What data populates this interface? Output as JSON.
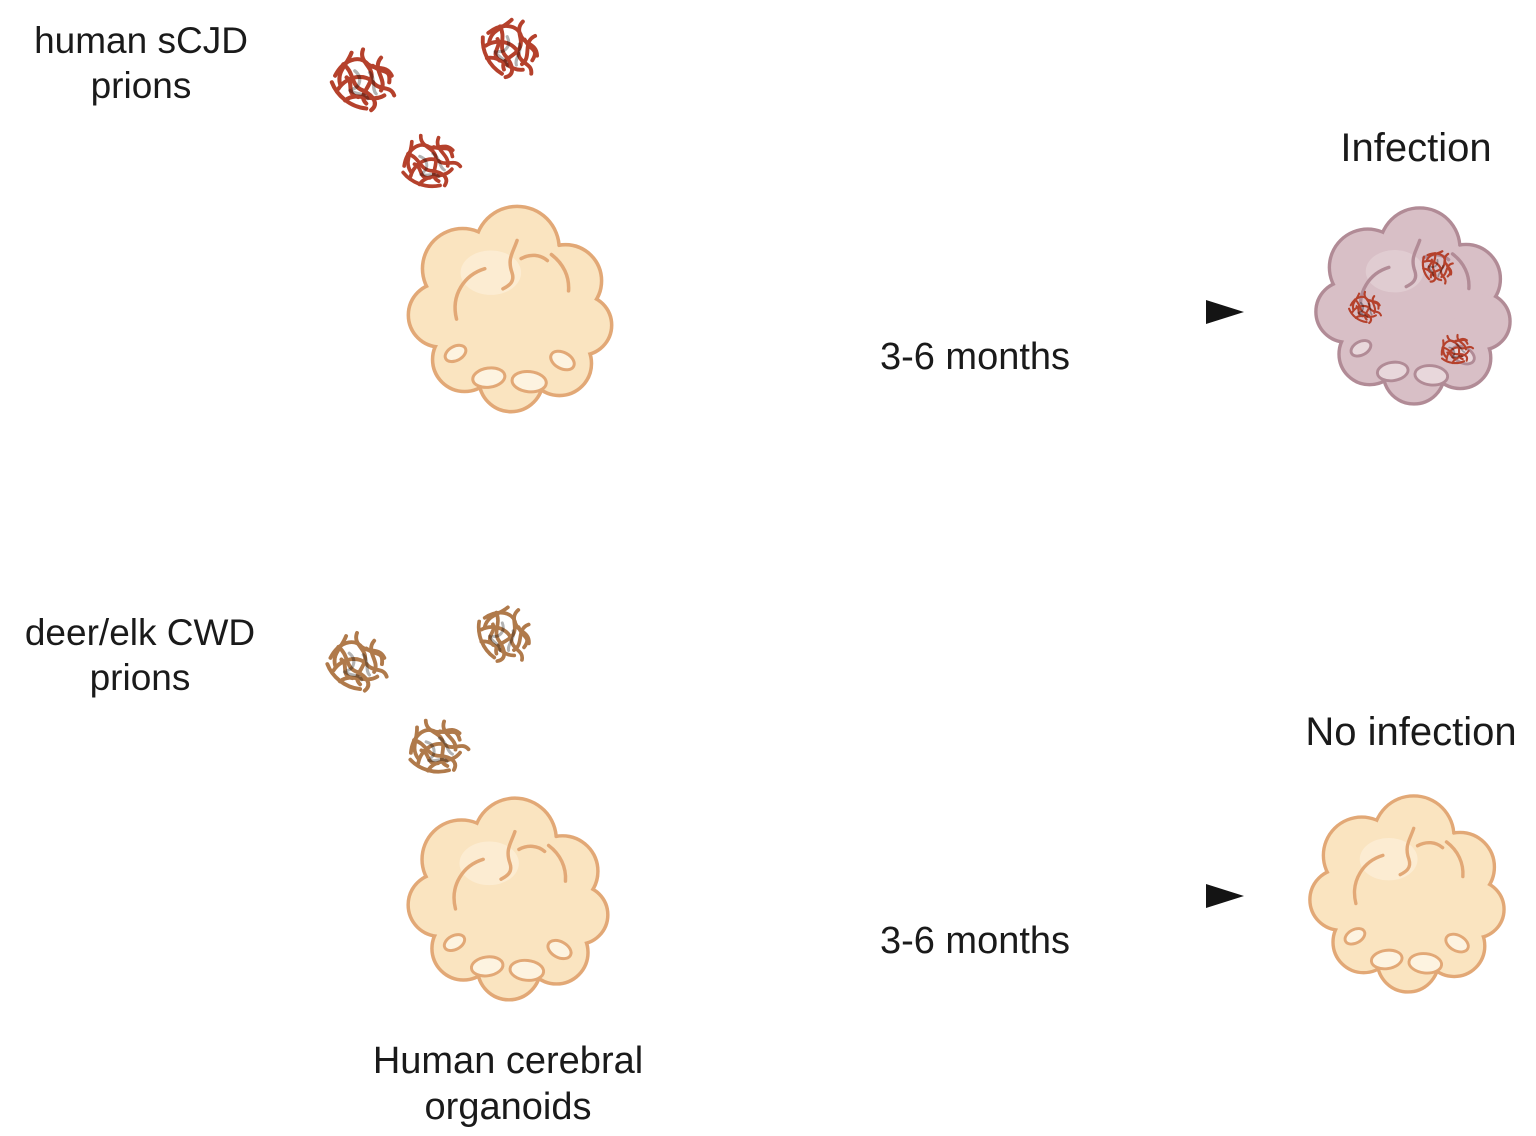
{
  "rows": [
    {
      "prion_label_line1": "human sCJD",
      "prion_label_line2": "prions",
      "duration": "3-6 months",
      "result": "Infection"
    },
    {
      "prion_label_line1": "deer/elk CWD",
      "prion_label_line2": "prions",
      "duration": "3-6 months",
      "result": "No infection"
    }
  ],
  "caption": {
    "line1": "Human cerebral",
    "line2": "organoids"
  },
  "icons": {
    "scjd_prion": "red-prion-tangle-icon",
    "cwd_prion": "brown-prion-tangle-icon",
    "healthy_organoid": "cerebral-organoid-icon",
    "infected_organoid": "infected-organoid-icon",
    "arrow": "right-arrow-icon"
  },
  "colors": {
    "scjd_prion": "#b5412c",
    "cwd_prion": "#b07a4b",
    "organoid_body": "#fae4c0",
    "organoid_outline": "#e2a876",
    "organoid_highlight": "#fdf3e0",
    "infected_body": "#d8bfc6",
    "infected_outline": "#b18b96",
    "infected_highlight": "#e8d7db",
    "arrow": "#141414",
    "text": "#1a1a1a"
  }
}
